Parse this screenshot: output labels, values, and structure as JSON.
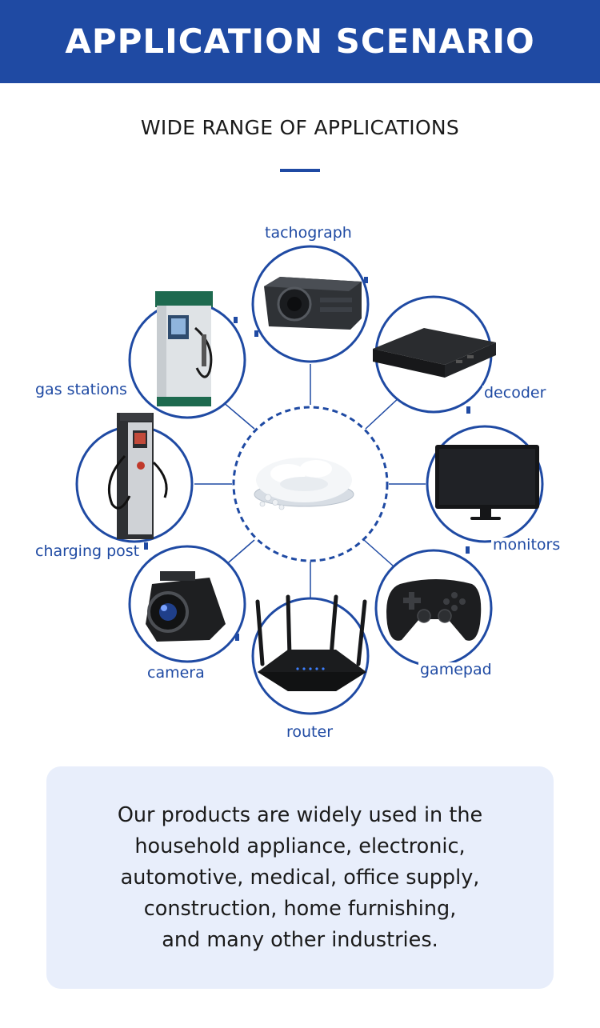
{
  "header": {
    "title": "APPLICATION SCENARIO"
  },
  "subtitle": "WIDE RANGE OF APPLICATIONS",
  "colors": {
    "brand": "#1f4aa3",
    "panel": "#e8eefb",
    "text": "#1a1a1a"
  },
  "diagram": {
    "center": {
      "icon": "plastic-pellets-dish-icon"
    },
    "nodes": [
      {
        "key": "tachograph",
        "label": "tachograph",
        "icon": "projector-icon"
      },
      {
        "key": "decoder",
        "label": "decoder",
        "icon": "set-top-box-icon"
      },
      {
        "key": "monitors",
        "label": "monitors",
        "icon": "monitor-icon"
      },
      {
        "key": "gamepad",
        "label": "gamepad",
        "icon": "gamepad-icon"
      },
      {
        "key": "router",
        "label": "router",
        "icon": "router-icon"
      },
      {
        "key": "camera",
        "label": "camera",
        "icon": "dashcam-icon"
      },
      {
        "key": "charging-post",
        "label": "charging post",
        "icon": "charging-post-icon"
      },
      {
        "key": "gas-stations",
        "label": "gas stations",
        "icon": "ev-charging-station-icon"
      }
    ]
  },
  "description": {
    "lines": [
      "Our products are widely used in the",
      "household appliance, electronic,",
      "automotive, medical, office supply,",
      "construction, home furnishing,",
      "and many other industries."
    ]
  }
}
